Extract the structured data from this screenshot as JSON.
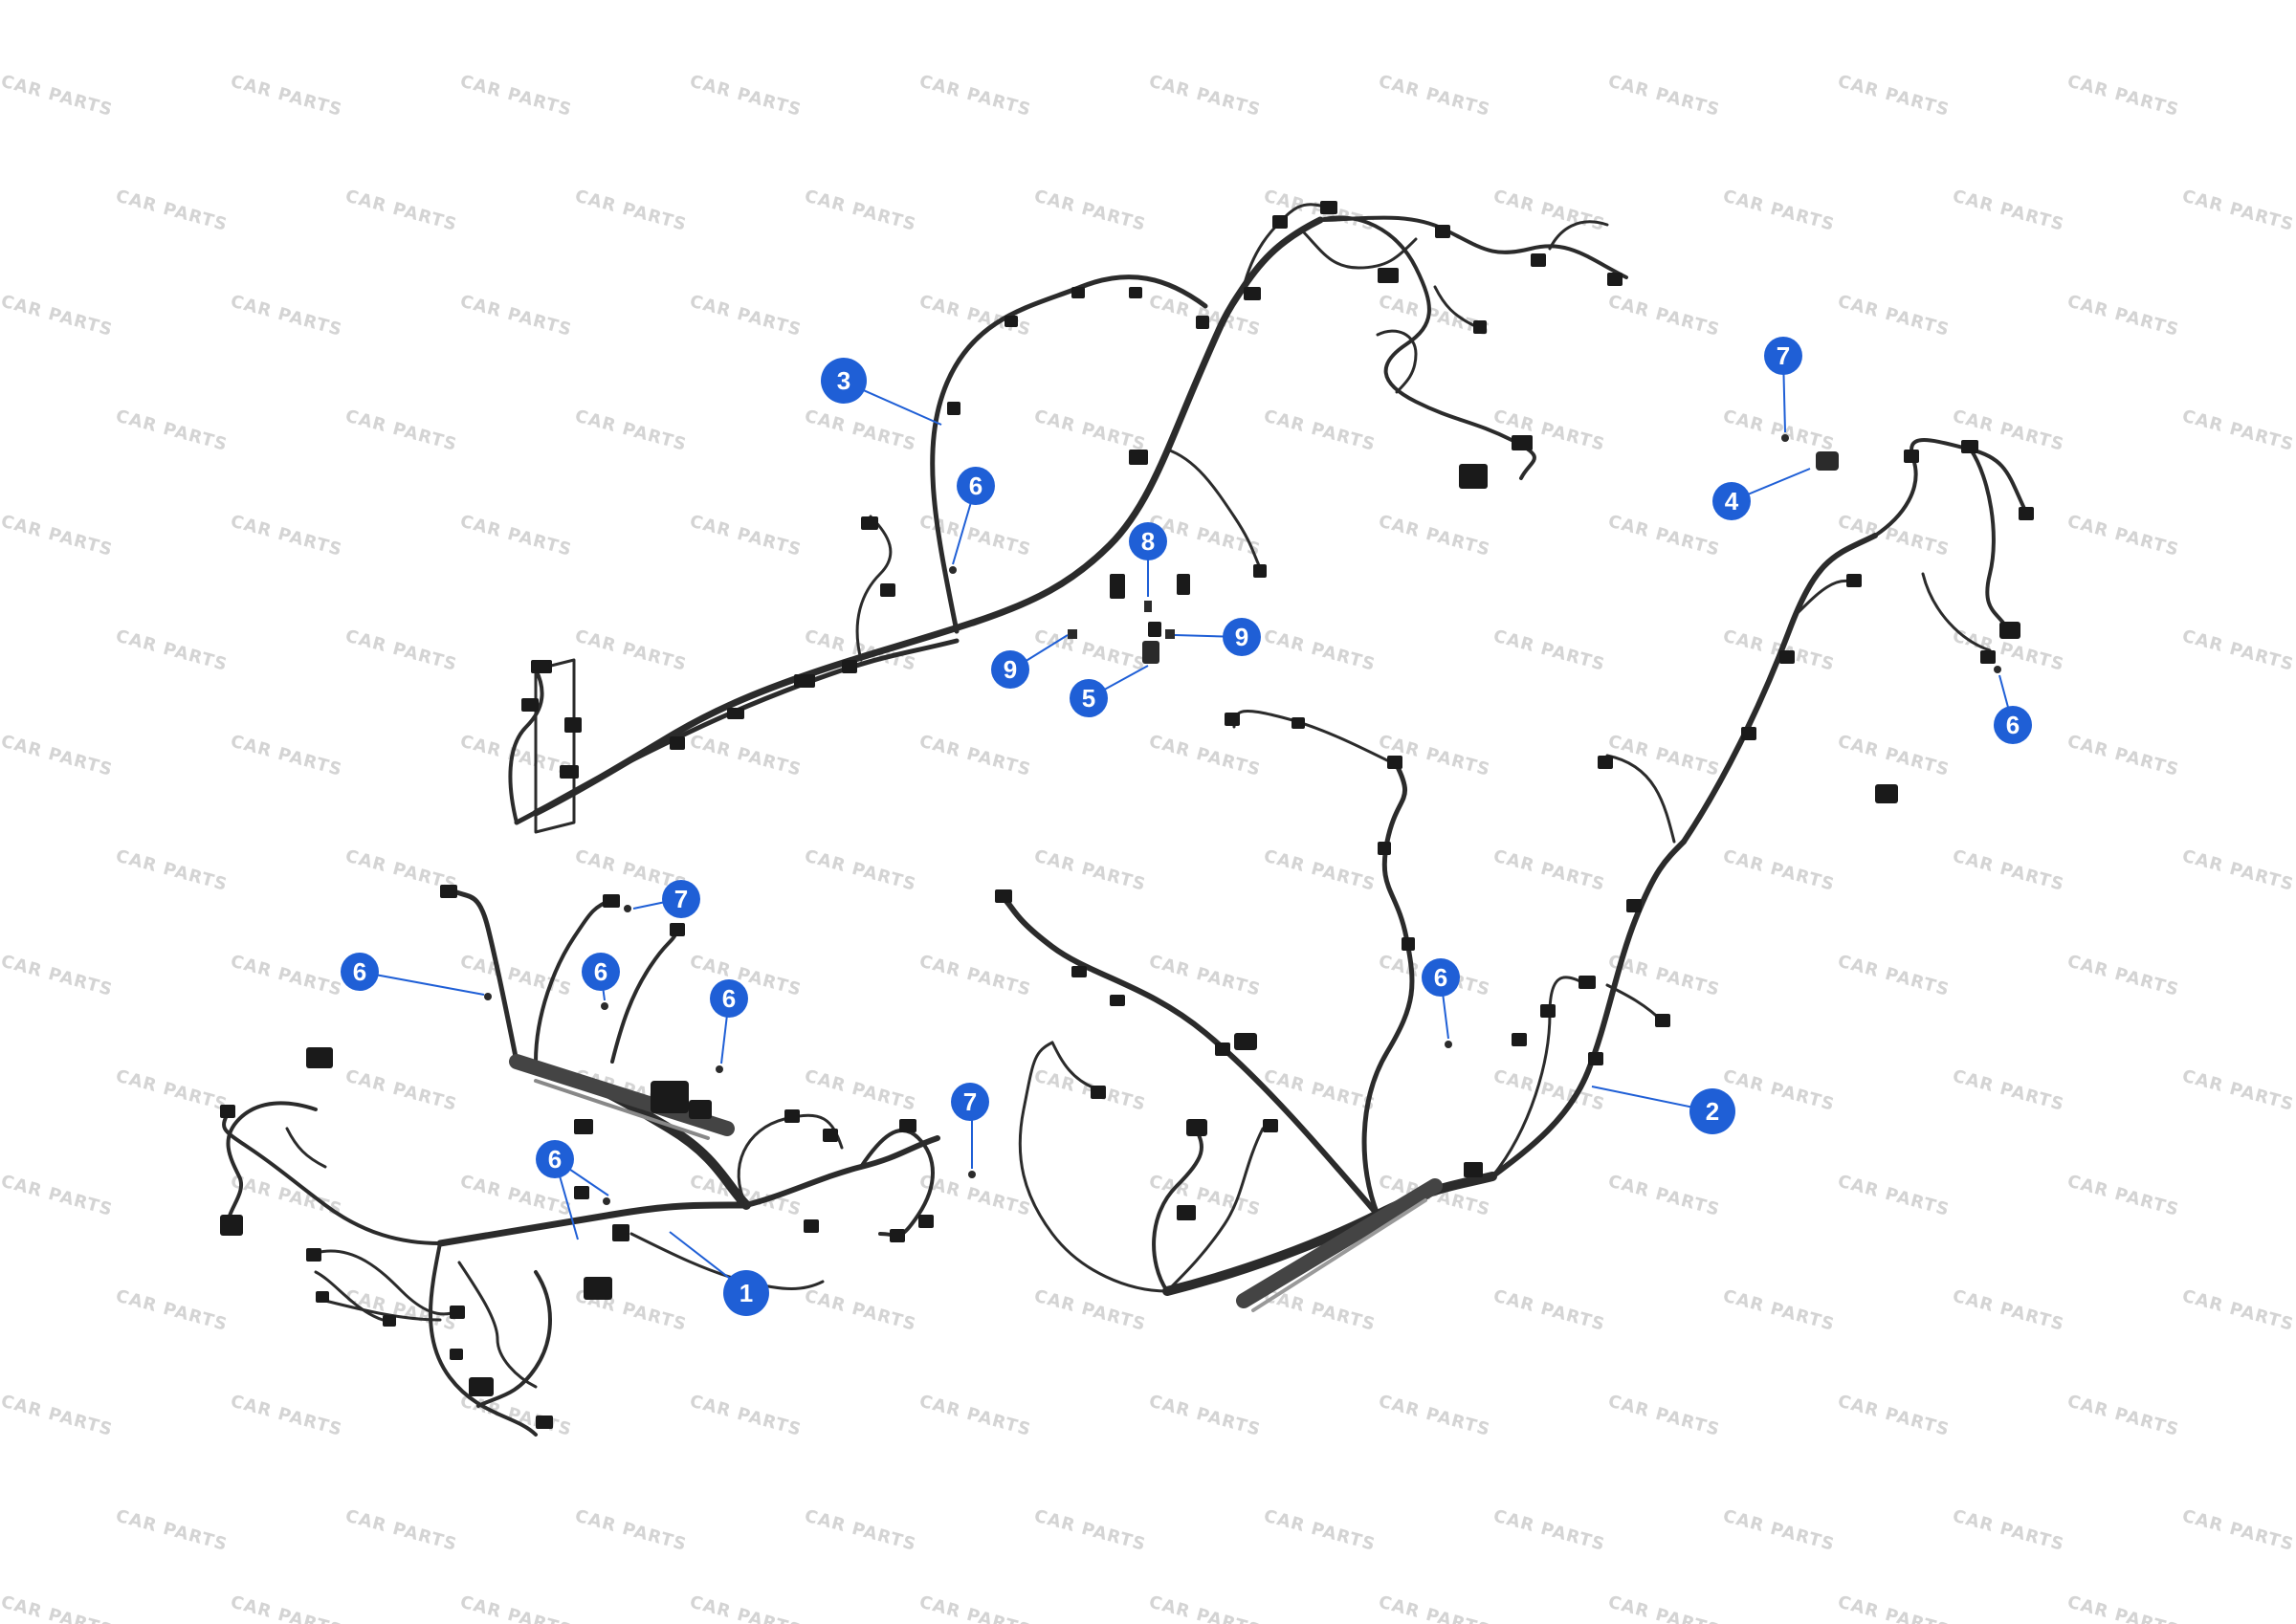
{
  "watermark_text": "CAR PARTS",
  "callouts": [
    {
      "id": "c1",
      "label": "1"
    },
    {
      "id": "c2",
      "label": "2"
    },
    {
      "id": "c3",
      "label": "3"
    },
    {
      "id": "c4",
      "label": "4"
    },
    {
      "id": "c5",
      "label": "5"
    },
    {
      "id": "c6a",
      "label": "6"
    },
    {
      "id": "c6b",
      "label": "6"
    },
    {
      "id": "c6c",
      "label": "6"
    },
    {
      "id": "c6d",
      "label": "6"
    },
    {
      "id": "c6e",
      "label": "6"
    },
    {
      "id": "c6f",
      "label": "6"
    },
    {
      "id": "c6g",
      "label": "6"
    },
    {
      "id": "c7a",
      "label": "7"
    },
    {
      "id": "c7b",
      "label": "7"
    },
    {
      "id": "c7c",
      "label": "7"
    },
    {
      "id": "c8",
      "label": "8"
    },
    {
      "id": "c9a",
      "label": "9"
    },
    {
      "id": "c9b",
      "label": "9"
    }
  ],
  "colors": {
    "callout": "#1f5fd6",
    "harness": "#2b2b2b",
    "connector": "#1a1a1a",
    "watermark": "#d4d4d4"
  }
}
